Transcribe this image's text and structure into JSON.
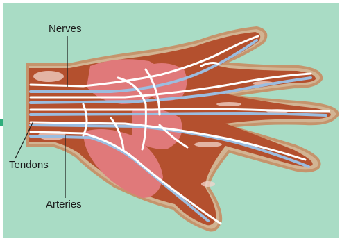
{
  "labels": {
    "nerves": "Nerves",
    "tendons": "Tendons",
    "arteries": "Arteries"
  },
  "colors": {
    "background": "#a9dcc5",
    "skin_outline": "#c98d63",
    "flesh": "#b4502e",
    "muscle": "#e0797a",
    "tendon": "#f3d6cc",
    "nerve": "#ffffff",
    "artery": "#9bbde0",
    "leader_line": "#1a1a1a"
  }
}
